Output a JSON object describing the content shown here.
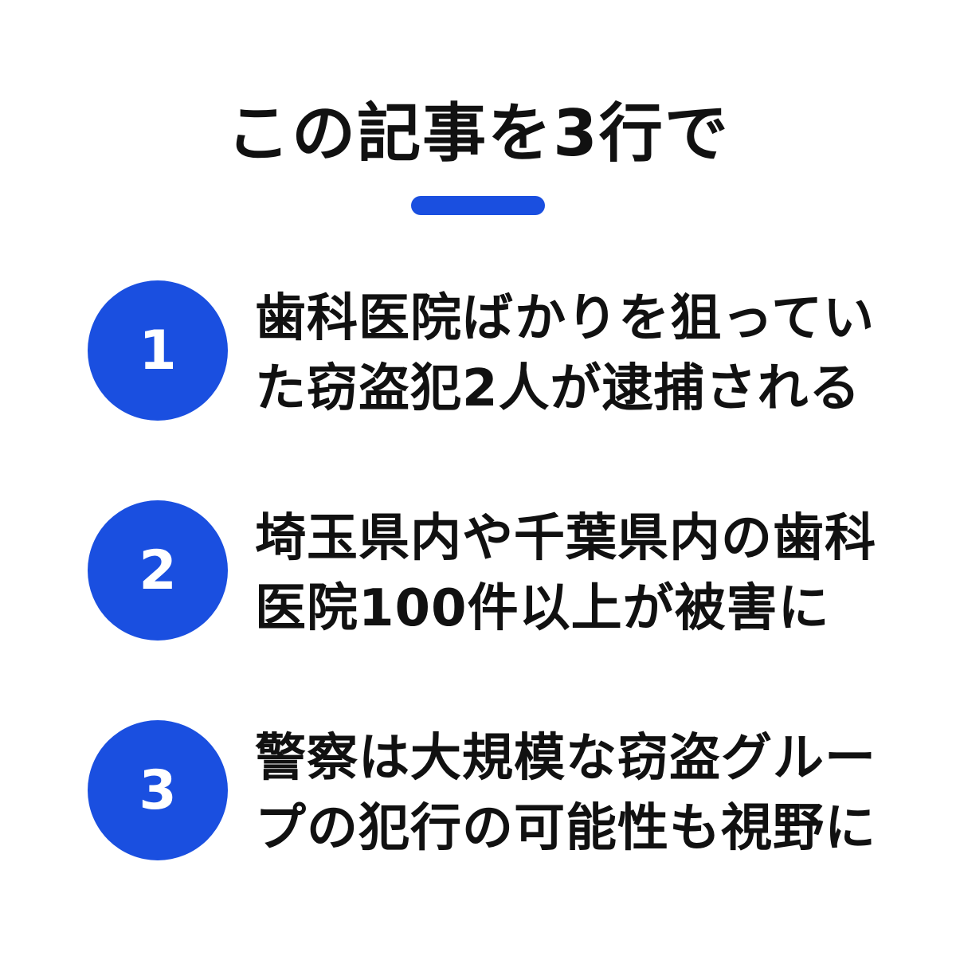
{
  "title": "この記事を3行で",
  "colors": {
    "accent": "#1a4fe0",
    "text": "#111111",
    "background": "#ffffff"
  },
  "items": [
    {
      "number": "1",
      "lines": [
        "歯科医院ばかりを狙ってい",
        "た窃盗犯2人が逮捕される"
      ]
    },
    {
      "number": "2",
      "lines": [
        "埼玉県内や千葉県内の歯科",
        "医院100件以上が被害に"
      ]
    },
    {
      "number": "3",
      "lines": [
        "警察は大規模な窃盗グルー",
        "プの犯行の可能性も視野に"
      ]
    }
  ]
}
